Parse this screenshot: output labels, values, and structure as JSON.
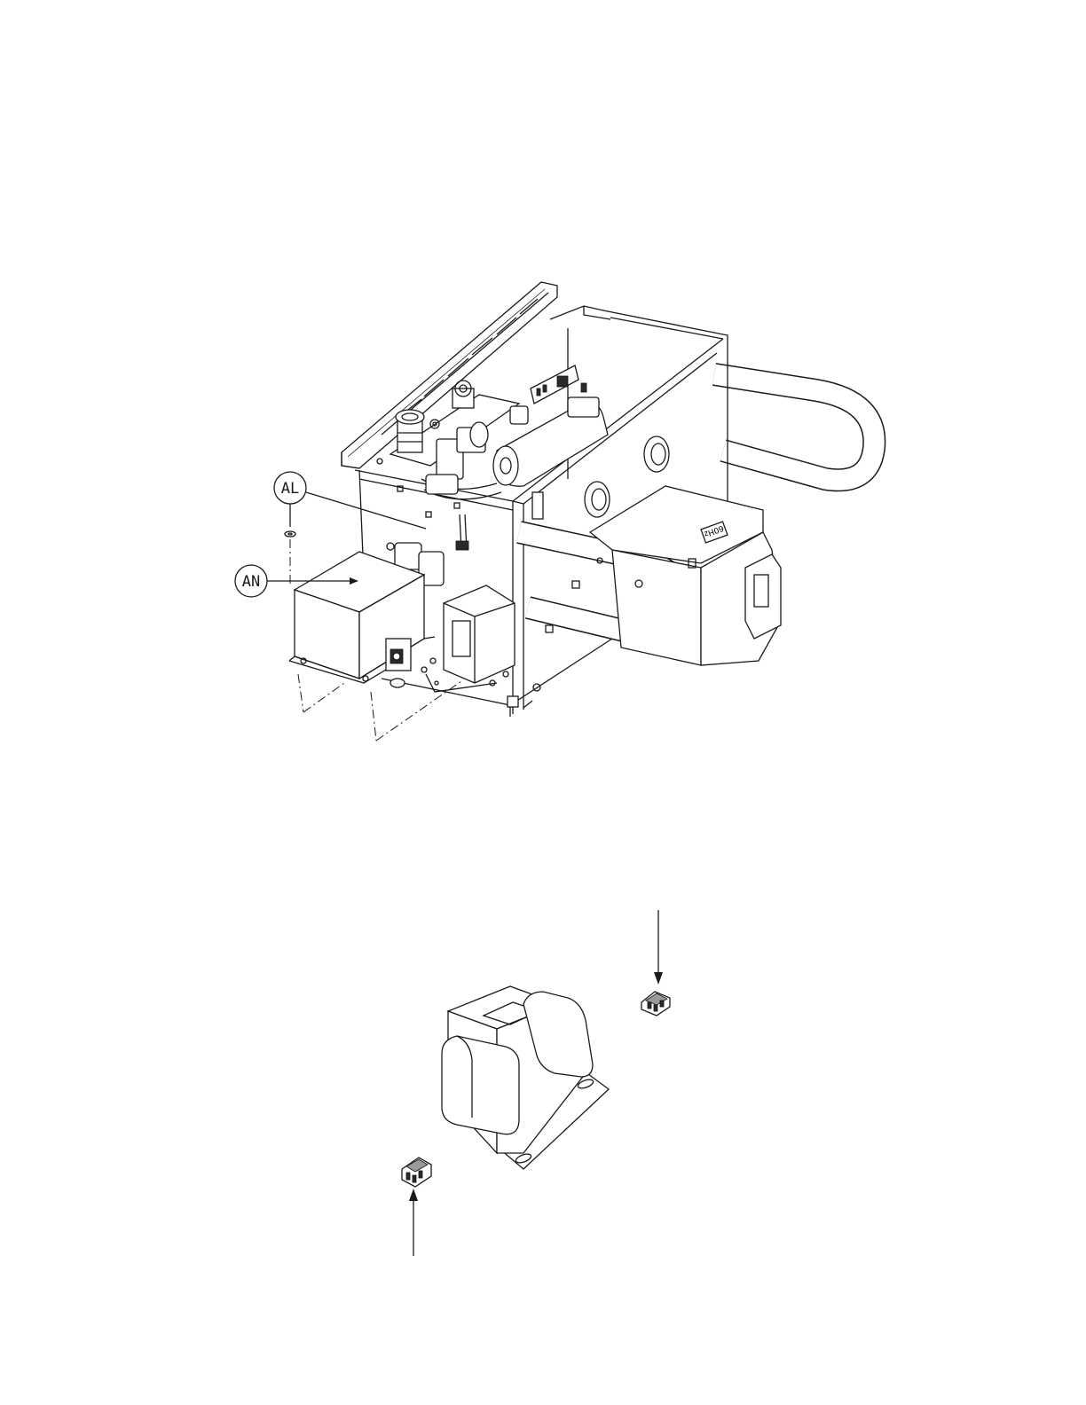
{
  "callouts": {
    "al": "AL",
    "an": "AN"
  },
  "module_label": "60Hz"
}
